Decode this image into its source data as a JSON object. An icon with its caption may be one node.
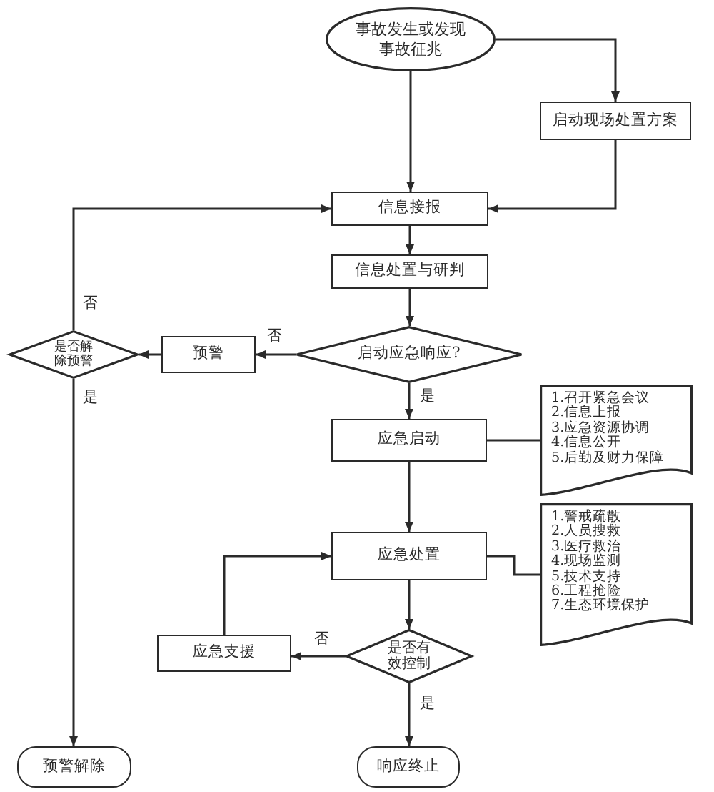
{
  "diagram": {
    "nodes": [
      {
        "text": [
          "事故发生或发现事故征兆"
        ]
      },
      {
        "text": [
          "启动现场处置方案"
        ]
      },
      {
        "text": [
          "信息接报"
        ]
      },
      {
        "text": [
          "信息处置与研判"
        ]
      },
      {
        "text": [
          "是否解除预警"
        ]
      },
      {
        "text": [
          "预警"
        ]
      },
      {
        "text": [
          "启动应急响应?"
        ]
      },
      {
        "text": [
          "应急启动"
        ]
      },
      {
        "text": [
          "1.召开紧急会议",
          "2.信息上报",
          "3.应急资源协调",
          "4.信息公开",
          "5.后勤及财力保障"
        ]
      },
      {
        "text": [
          "应急处置"
        ]
      },
      {
        "text": [
          "1.警戒疏散",
          "2.人员搜救",
          "3.医疗救治",
          "4.现场监测",
          "5.技术支持",
          "6.工程抢险",
          "7.生态环境保护"
        ]
      },
      {
        "text": [
          "应急支援"
        ]
      },
      {
        "text": [
          "是否有效控制"
        ]
      },
      {
        "text": [
          "预警解除"
        ]
      },
      {
        "text": [
          "响应终止"
        ]
      }
    ],
    "edges": [
      {
        "from": 0,
        "to": 1,
        "arrow": "to"
      },
      {
        "from": 0,
        "to": 2,
        "arrow": "to"
      },
      {
        "from": 1,
        "to": 2,
        "arrow": "to"
      },
      {
        "from": 2,
        "to": 3,
        "arrow": "to"
      },
      {
        "from": 3,
        "to": 6,
        "arrow": "to"
      },
      {
        "from": 6,
        "to": 5,
        "arrow": "to",
        "label": "否"
      },
      {
        "from": 5,
        "to": 4,
        "arrow": "to"
      },
      {
        "from": 4,
        "to": 2,
        "arrow": "to",
        "label": "否"
      },
      {
        "from": 4,
        "to": 13,
        "arrow": "to",
        "label": "是"
      },
      {
        "from": 6,
        "to": 7,
        "arrow": "to",
        "label": "是"
      },
      {
        "from": 7,
        "to": 8,
        "arrow": "none"
      },
      {
        "from": 7,
        "to": 9,
        "arrow": "to"
      },
      {
        "from": 9,
        "to": 10,
        "arrow": "none"
      },
      {
        "from": 9,
        "to": 12,
        "arrow": "to"
      },
      {
        "from": 12,
        "to": 11,
        "arrow": "to",
        "label": "否"
      },
      {
        "from": 11,
        "to": 9,
        "arrow": "to"
      },
      {
        "from": 12,
        "to": 14,
        "arrow": "to",
        "label": "是"
      }
    ]
  }
}
